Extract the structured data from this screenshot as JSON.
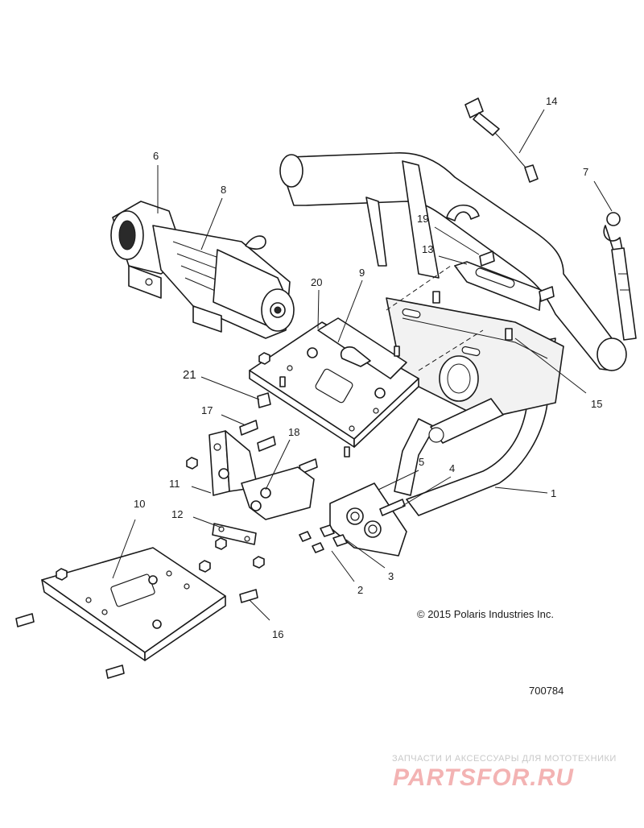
{
  "diagram": {
    "callouts": [
      "1",
      "2",
      "3",
      "4",
      "5",
      "6",
      "7",
      "8",
      "9",
      "10",
      "11",
      "12",
      "13",
      "14",
      "15",
      "16",
      "17",
      "18",
      "19",
      "20",
      "21"
    ],
    "copyright": "© 2015 Polaris Industries Inc.",
    "document_number": "700784"
  },
  "watermark": {
    "tagline": "ЗАПЧАСТИ И АКСЕССУАРЫ ДЛЯ МОТОТЕХНИКИ",
    "logo_text": "PARTSFOR.RU"
  },
  "colors": {
    "line": "#1a1a1a",
    "watermark_logo": "#f3b3b3",
    "watermark_text": "#c8c8c8"
  }
}
